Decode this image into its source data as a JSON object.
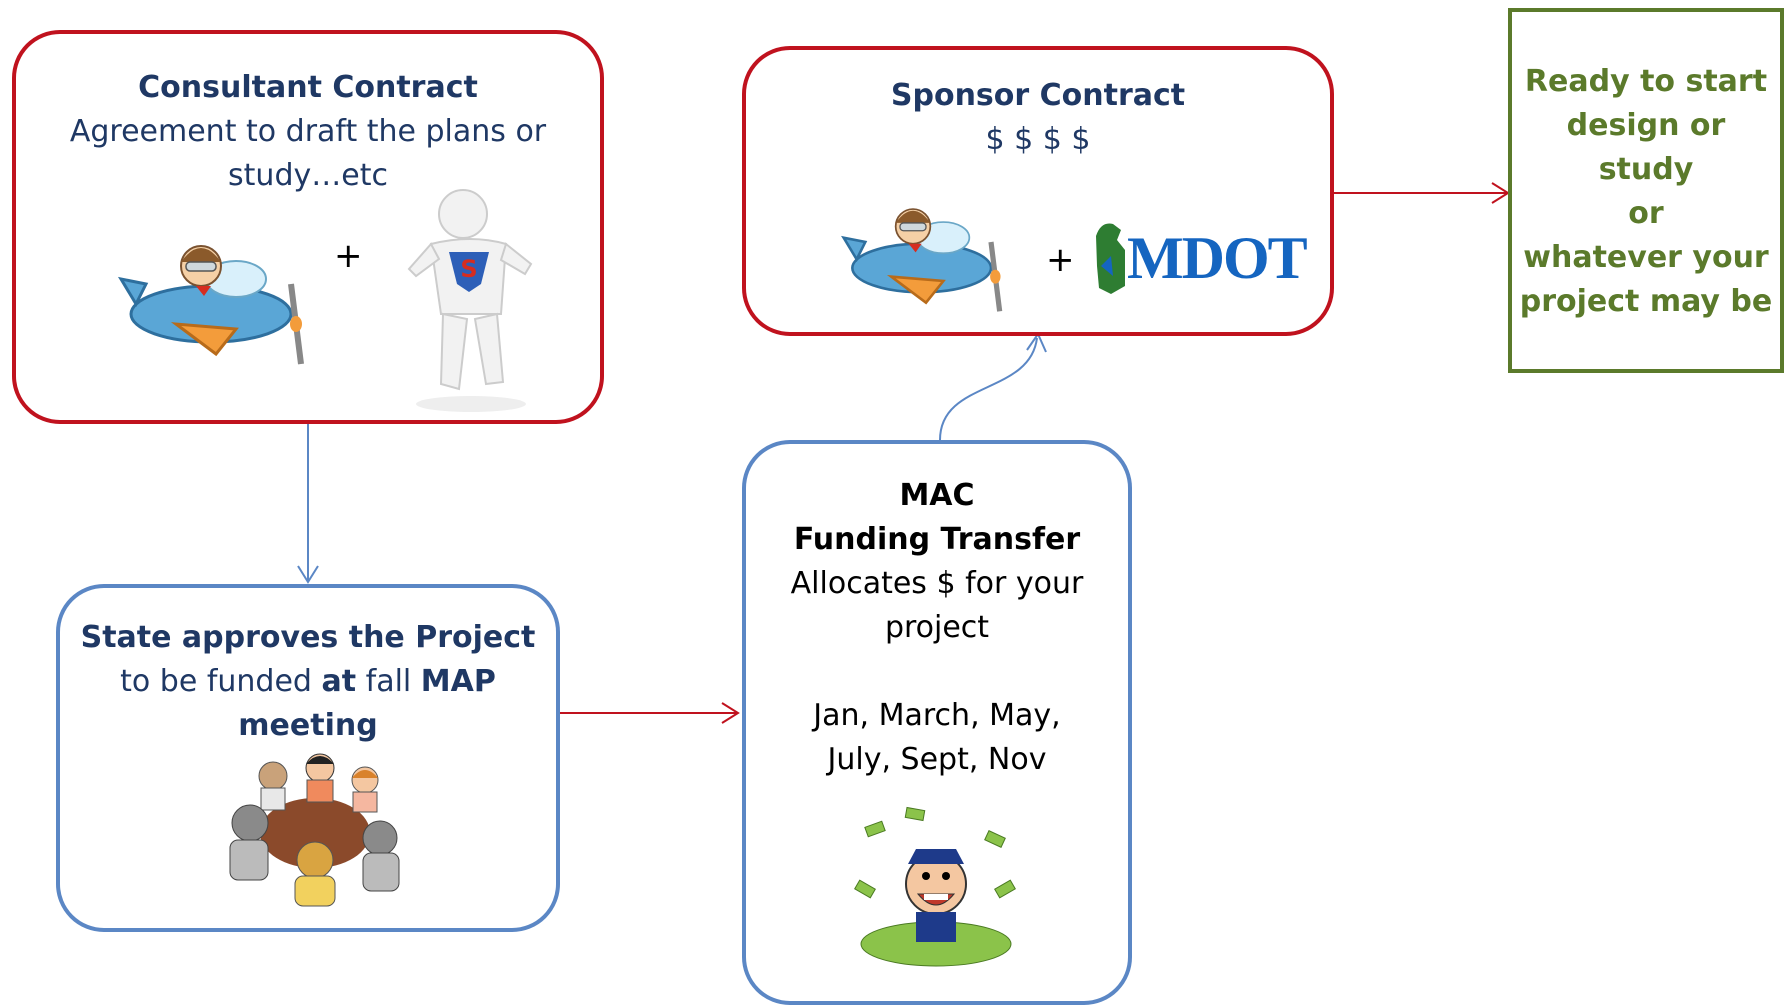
{
  "consultant": {
    "title": "Consultant  Contract",
    "line1": "Agreement to draft the plans or",
    "line2": "study…etc",
    "plus": "+"
  },
  "sponsor": {
    "title": "Sponsor Contract",
    "money": "$ $ $ $",
    "plus": "+",
    "logo_text": "MDOT"
  },
  "ready": {
    "lines": [
      "Ready to start",
      "design or",
      "study",
      "or",
      "whatever your",
      "project may be"
    ]
  },
  "state": {
    "title": "State approves the Project",
    "line2_pre": "to be funded ",
    "line2_at": "at",
    "line2_mid": " fall ",
    "line2_map": "MAP",
    "line3": "meeting"
  },
  "mac": {
    "title1": "MAC",
    "title2": "Funding Transfer",
    "line1": "Allocates $ for your",
    "line2": "project",
    "months1": "Jan, March, May,",
    "months2": "July, Sept, Nov"
  },
  "colors": {
    "red_border": "#c0121e",
    "blue_border": "#5b87c5",
    "green_border": "#5b7a2b",
    "text_navy": "#1f3864",
    "text_green": "#5b7a2b"
  }
}
